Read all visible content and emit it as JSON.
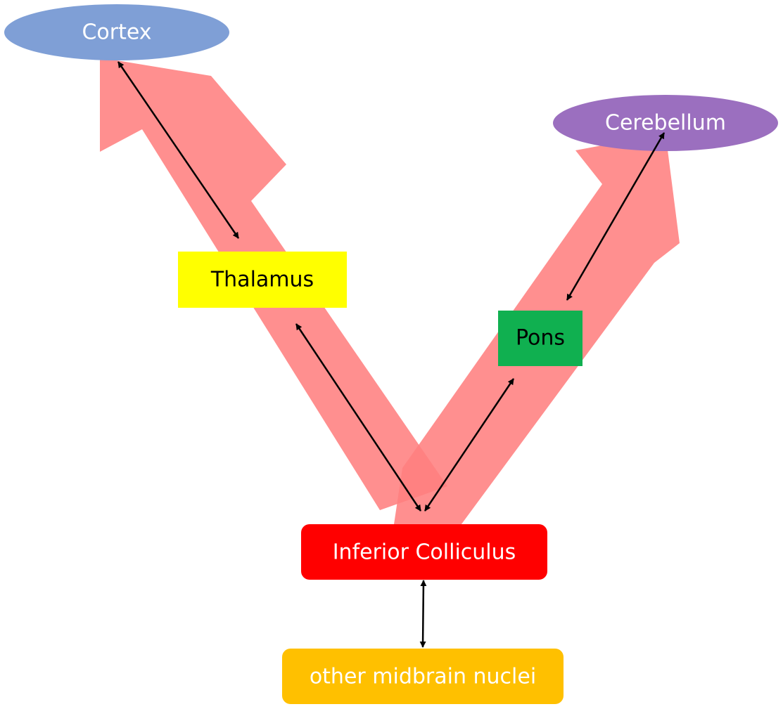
{
  "nodes": {
    "cortex": {
      "label": "Cortex",
      "fill": "#7f9fd6",
      "text_color": "#ffffff"
    },
    "cerebellum": {
      "label": "Cerebellum",
      "fill": "#9b6fbf",
      "text_color": "#ffffff"
    },
    "thalamus": {
      "label": "Thalamus",
      "fill": "#ffff00",
      "text_color": "#000000"
    },
    "pons": {
      "label": "Pons",
      "fill": "#10b050",
      "text_color": "#000000"
    },
    "inferior_colliculus": {
      "label": "Inferior Colliculus",
      "fill": "#ff0000",
      "text_color": "#ffffff"
    },
    "other_midbrain_nuclei": {
      "label": "other midbrain nuclei",
      "fill": "#ffc000",
      "text_color": "#ffffff"
    }
  },
  "colors": {
    "pathway_arrow": "#ff7f7f",
    "connector": "#000000"
  },
  "connections": [
    [
      "cortex",
      "thalamus"
    ],
    [
      "thalamus",
      "inferior_colliculus"
    ],
    [
      "cerebellum",
      "pons"
    ],
    [
      "pons",
      "inferior_colliculus"
    ],
    [
      "inferior_colliculus",
      "other_midbrain_nuclei"
    ]
  ]
}
